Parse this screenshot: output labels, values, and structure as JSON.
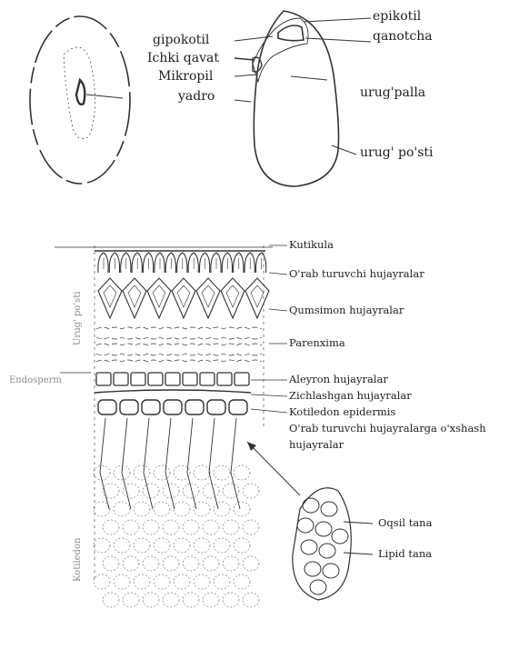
{
  "seed_labels": {
    "epikotil": "epikotil",
    "qanotcha": "qanotcha",
    "gipokotil": "gipokotil",
    "ichki_qavat": "Ichki qavat",
    "mikropil": "Mikropil",
    "yadro": "yadro",
    "urugpalla": "urug'palla",
    "urug_posti": "urug' po'sti"
  },
  "section_labels": {
    "kutikula": "Kutikula",
    "orab_turuvchi": "O'rab turuvchi hujayralar",
    "qumsimon": "Qumsimon hujayralar",
    "parenxima": "Parenxima",
    "aleyron": "Aleyron hujayralar",
    "zichlashgan": "Zichlashgan hujayralar",
    "kotiledon_epidermis": "Kotiledon epidermis",
    "orab_oxshash_1": "O'rab turuvchi hujayralarga o'xshash",
    "orab_oxshash_2": "hujayralar",
    "oqsil_tana": "Oqsil tana",
    "lipid_tana": "Lipid tana"
  },
  "side_labels": {
    "urug_posti": "Urug' po'sti",
    "endosperm": "Endosperm",
    "kotiledon": "Kotiledon"
  }
}
